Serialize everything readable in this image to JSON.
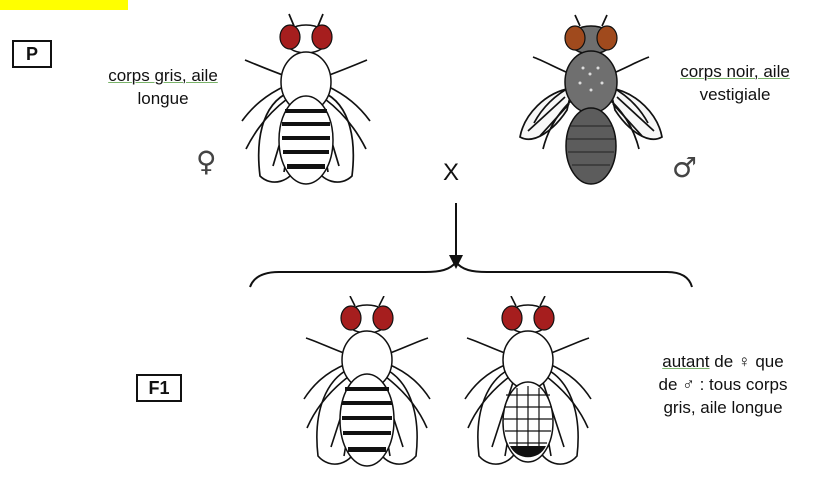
{
  "labels": {
    "generation_p": "P",
    "generation_f1": "F1",
    "cross_symbol": "X"
  },
  "parents": {
    "female": {
      "phenotype_line1": "corps gris, aile",
      "phenotype_line2": "longue",
      "sex_symbol": "♀"
    },
    "male": {
      "phenotype_line1": "corps noir, aile",
      "phenotype_line2": "vestigiale",
      "sex_symbol": "♂"
    }
  },
  "f1": {
    "text_line1_a": "autant",
    "text_line1_b": "de ♀ que",
    "text_line2": "de ♂ : tous corps",
    "text_line3": "gris, aile longue"
  },
  "colors": {
    "eye_red": "#a61e1e",
    "gray_body": "#6f6f6f",
    "black": "#111111",
    "highlight_yellow": "#ffff00",
    "underline_green": "#7ab36a"
  }
}
